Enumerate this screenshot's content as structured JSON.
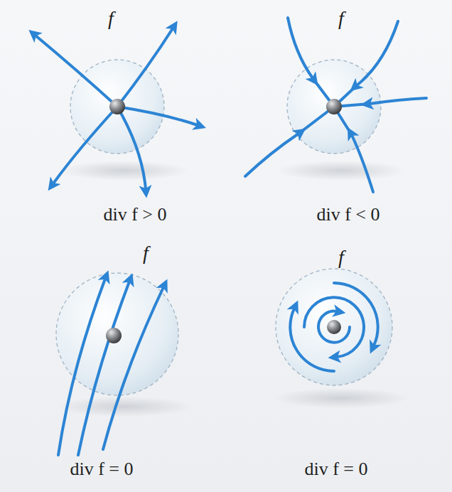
{
  "diagram": {
    "labels": [
      "f",
      "f",
      "div f > 0",
      "div f < 0",
      "f",
      "f",
      "div f = 0",
      "div f = 0"
    ]
  }
}
